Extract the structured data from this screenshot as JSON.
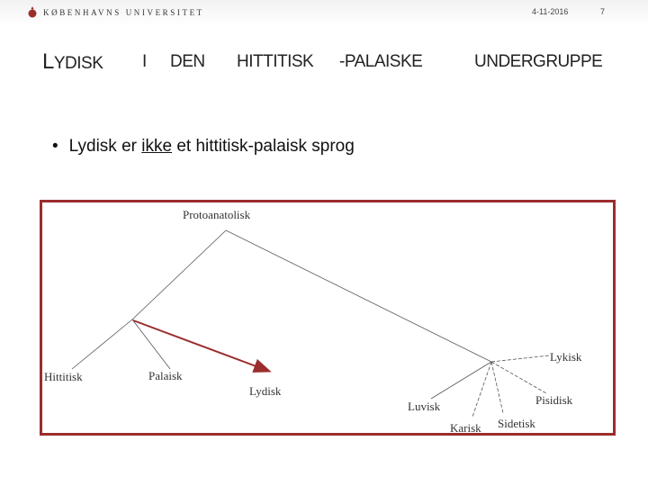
{
  "header": {
    "university": "KØBENHAVNS UNIVERSITET",
    "date": "4-11-2016",
    "slide_number": "7"
  },
  "title": {
    "part1_first": "L",
    "part1_rest": "YDISK",
    "part2": "I",
    "part3": "DEN",
    "part4": "HITTITISK",
    "part5": "-PALAISKE",
    "part6": "UNDERGRUPPE"
  },
  "bullet": {
    "text_before": "Lydisk er ",
    "underlined": "ikke",
    "text_after": " et hittitisk-palaisk sprog"
  },
  "colors": {
    "frame": "#9b2d2d",
    "arrow": "#9b2d2d",
    "tree_lines": "#555555"
  },
  "diagram": {
    "root": "Protoanatolisk",
    "nodes": {
      "hittitisk": "Hittitisk",
      "palaisk": "Palaisk",
      "lydisk": "Lydisk",
      "lykisk": "Lykisk",
      "pisidisk": "Pisidisk",
      "luvisk": "Luvisk",
      "karisk": "Karisk",
      "sidetisk": "Sidetisk"
    }
  }
}
